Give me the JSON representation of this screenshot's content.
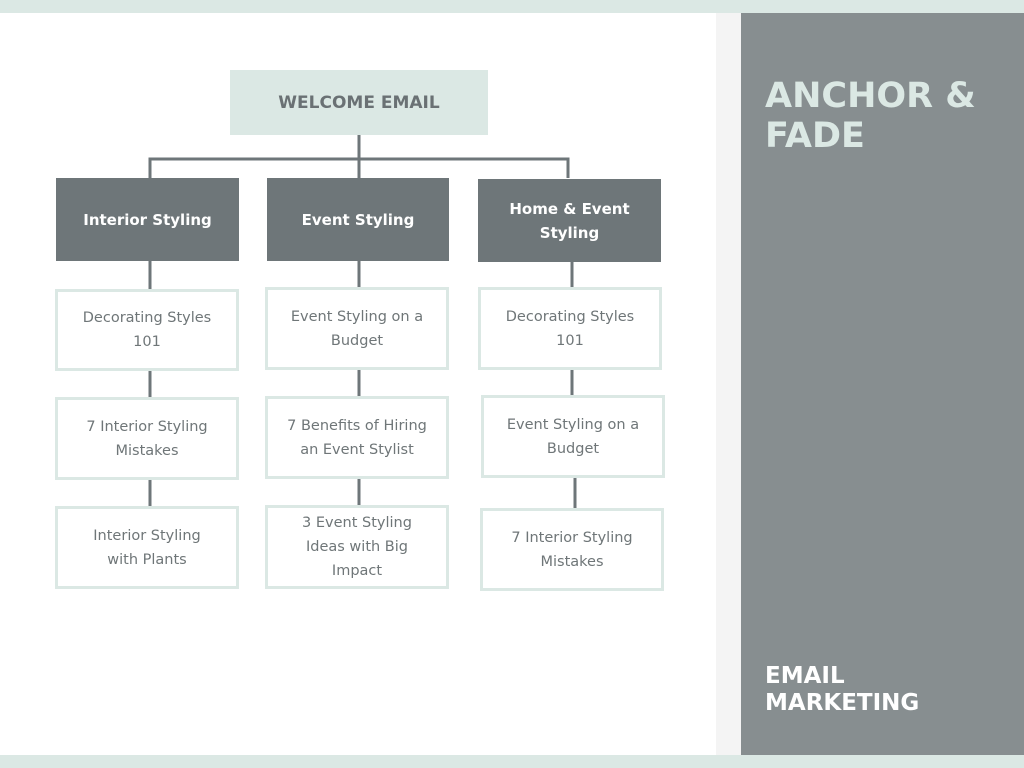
{
  "brand": {
    "title": "ANCHOR & FADE",
    "subtitle": "EMAIL MARKETING"
  },
  "flowchart": {
    "root": "WELCOME EMAIL",
    "columns": [
      {
        "category": "Interior Styling",
        "items": [
          "Decorating Styles 101",
          "7 Interior Styling Mistakes",
          "Interior Styling with Plants"
        ]
      },
      {
        "category": "Event Styling",
        "items": [
          "Event Styling on a Budget",
          "7 Benefits of Hiring an Event Stylist",
          "3 Event Styling Ideas with Big Impact"
        ]
      },
      {
        "category": "Home & Event Styling",
        "items": [
          "Decorating Styles 101",
          "Event Styling on a Budget",
          "7 Interior Styling Mistakes"
        ]
      }
    ]
  },
  "colors": {
    "mint": "#dbe8e4",
    "slate": "#6e7679",
    "sidebar": "#878e90",
    "connector": "#6e7679"
  }
}
